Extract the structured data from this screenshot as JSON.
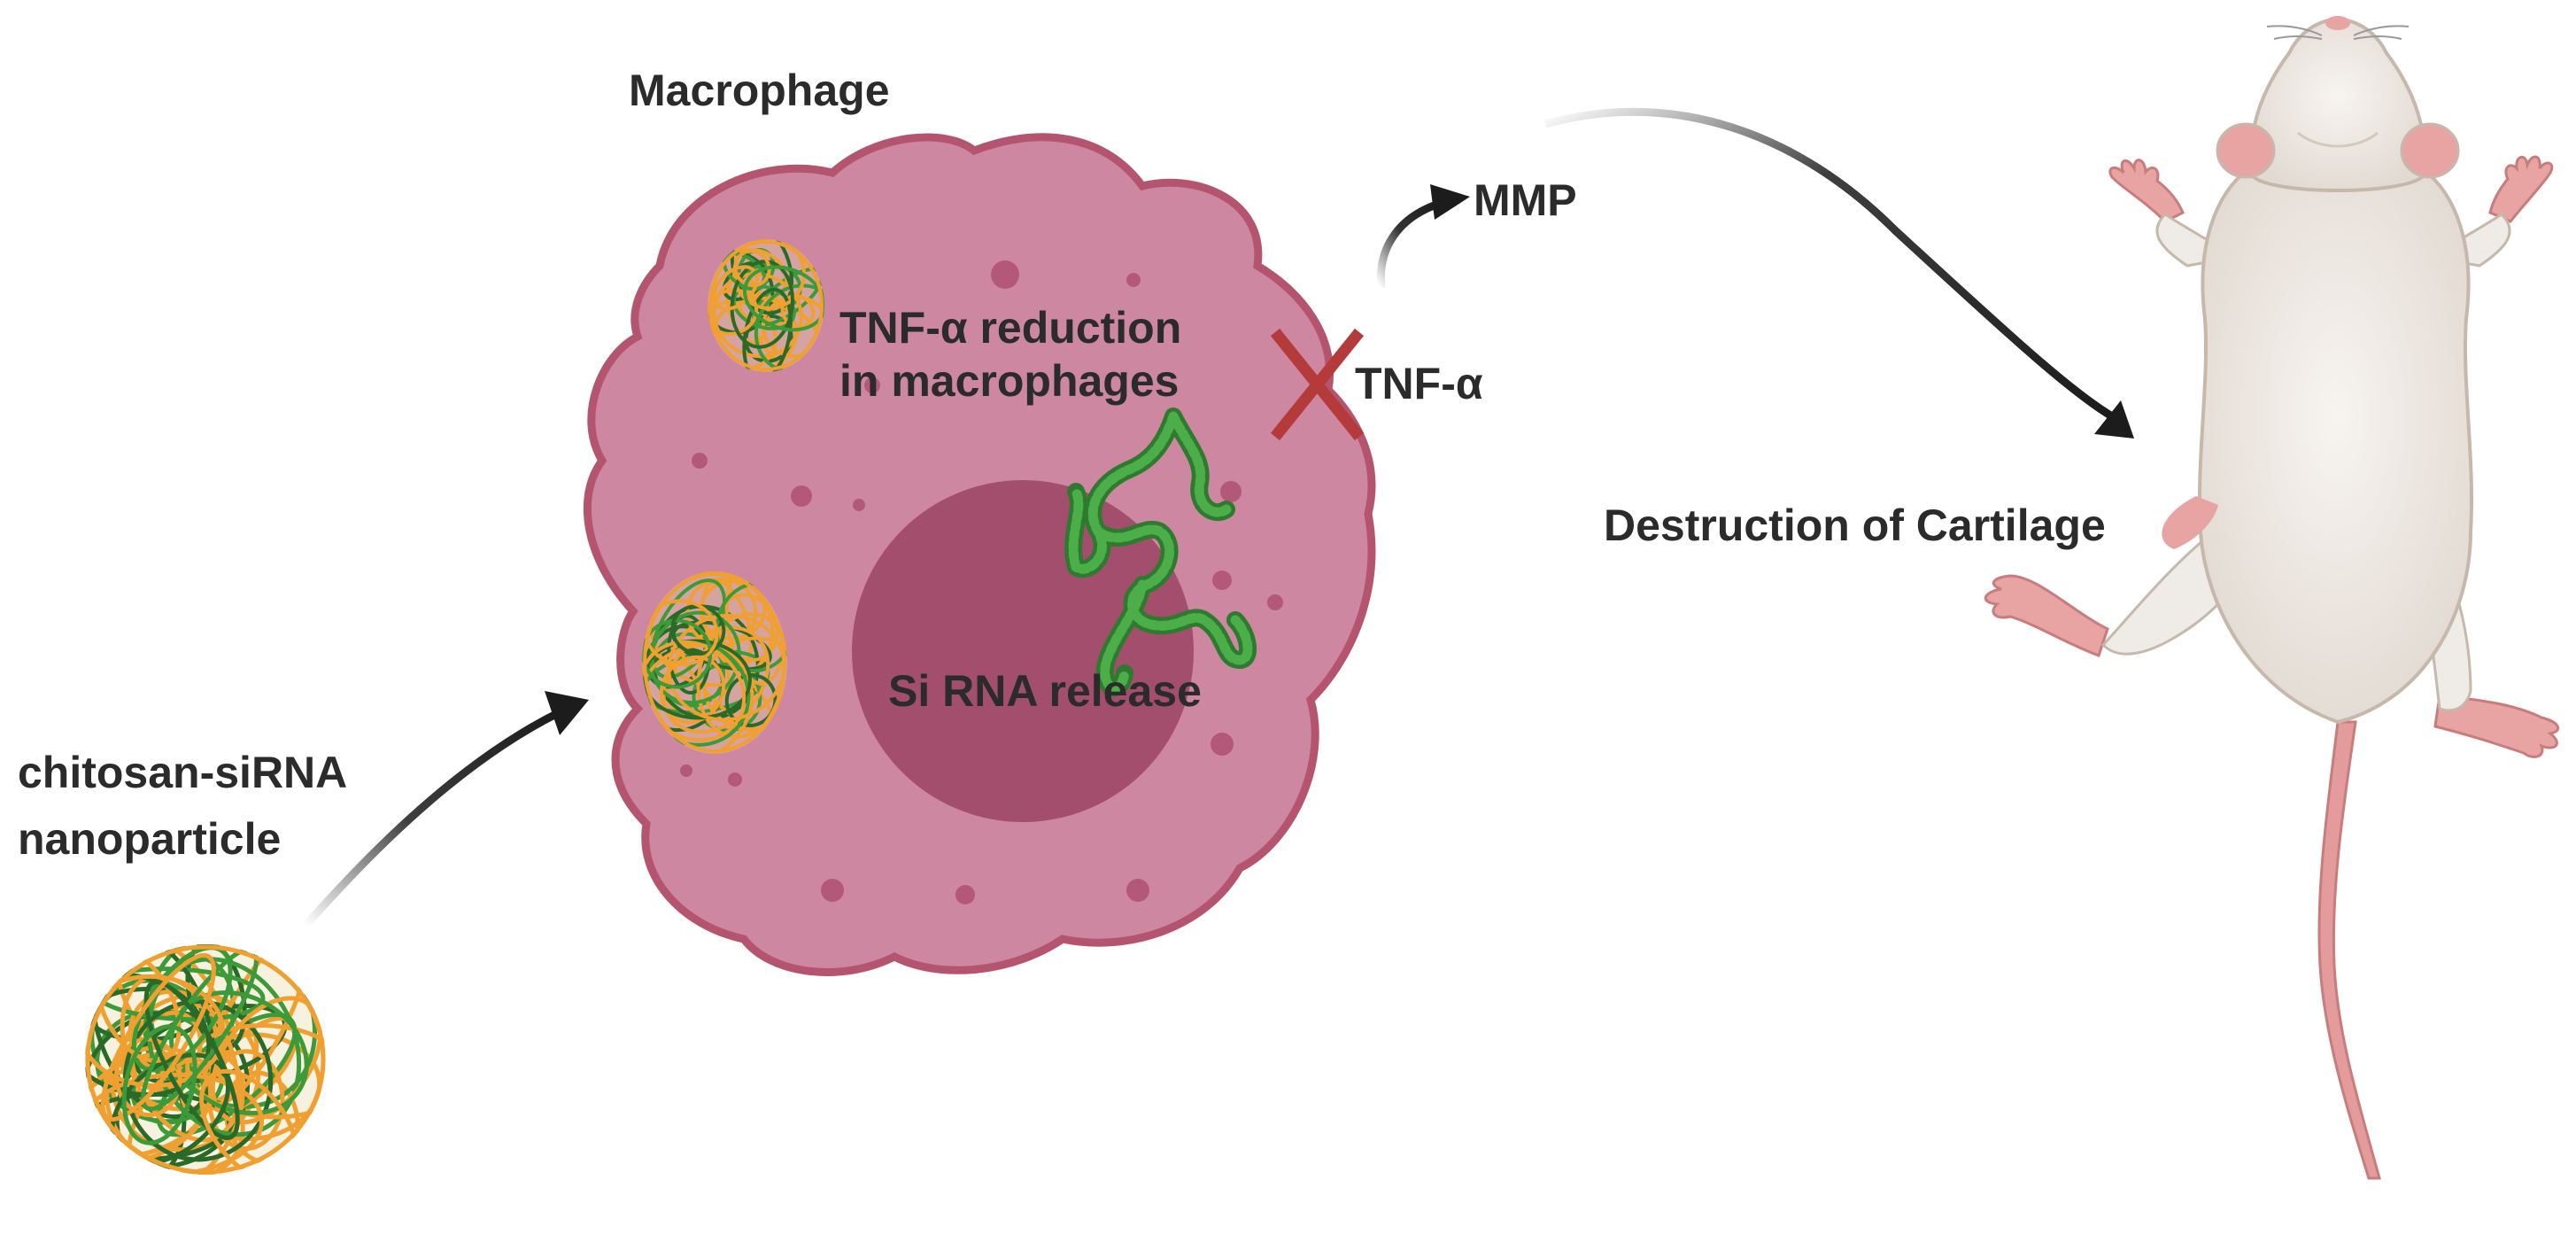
{
  "labels": {
    "macrophage": "Macrophage",
    "tnf_reduction_line1": "TNF-α reduction",
    "tnf_reduction_line2": "in macrophages",
    "tnf_alpha": "TNF-α",
    "mmp": "MMP",
    "sirna_release": "Si RNA release",
    "destruction": "Destruction of Cartilage",
    "nanoparticle_line1": "chitosan-siRNA",
    "nanoparticle_line2": "nanoparticle"
  },
  "colors": {
    "cell_fill": "#cd87a1",
    "cell_border": "#b5546f",
    "nucleus": "#a34e6d",
    "cell_dots": "#b4587a",
    "strand_orange": "#f0a030",
    "strand_green": "#3d9a38",
    "strand_dark_green": "#2a6a28",
    "arrow": "#1c1c1c",
    "inhibit_cross": "#b53a3a",
    "rat_body": "#efebe6",
    "rat_outline": "#c6b8ab",
    "rat_pink": "#e8a3a3",
    "text": "#2b2b2b"
  },
  "icons": [
    "nanoparticle-icon",
    "macrophage-icon",
    "nucleus-icon",
    "sirna-strand-icon",
    "inhibition-cross-icon",
    "rat-icon"
  ]
}
